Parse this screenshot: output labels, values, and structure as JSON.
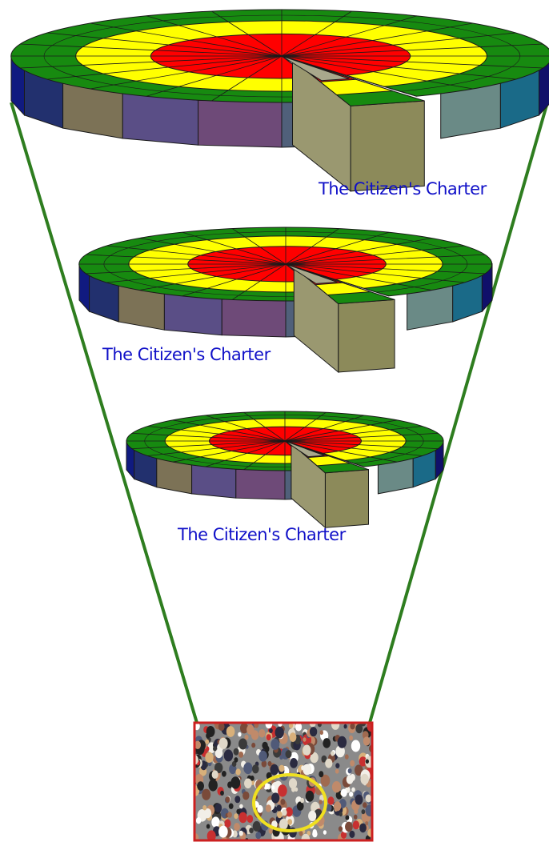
{
  "captions": [
    "The Citizen's Charter",
    "The Citizen's Charter",
    "The Citizen's Charter"
  ],
  "colors": {
    "background": "#ffffff",
    "funnel_line": "#2e7d1f",
    "ring_outer": "#178a10",
    "ring_middle": "#ffff00",
    "ring_inner": "#ff0000",
    "slice": "#8c8a5a",
    "photo_border": "#cc2020",
    "highlight_circle": "#f0e020",
    "caption": "#1010c8",
    "side_segments": [
      "#101a80",
      "#22306e",
      "#7c7256",
      "#5a4e86",
      "#6e4a78",
      "#50607a",
      "#5a7a70",
      "#6a8a86",
      "#1a6a88",
      "#10106a"
    ]
  },
  "icons": {
    "wheel": "segmented-pie-wheel",
    "photo": "crowd-photo",
    "highlight": "circle-highlight"
  }
}
